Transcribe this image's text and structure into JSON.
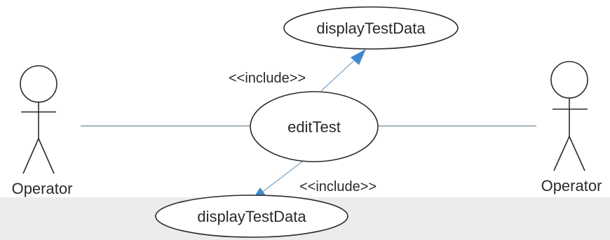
{
  "diagram": {
    "actors": [
      {
        "label": "Operator"
      },
      {
        "label": "Operator"
      }
    ],
    "use_cases": {
      "center": "editTest",
      "top": "displayTestData",
      "bottom": "displayTestData"
    },
    "relations": {
      "top_stereotype": "<<include>>",
      "bottom_stereotype": "<<include>>"
    }
  }
}
